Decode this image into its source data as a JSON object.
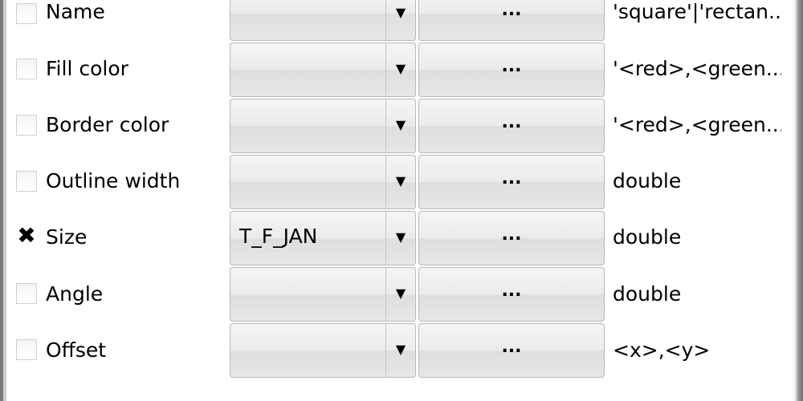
{
  "properties": [
    {
      "label": "Name",
      "checked": false,
      "field": "",
      "browse_label": "...",
      "type": "'square'|'rectan..."
    },
    {
      "label": "Fill color",
      "checked": false,
      "field": "",
      "browse_label": "...",
      "type": "'<red>,<green..."
    },
    {
      "label": "Border color",
      "checked": false,
      "field": "",
      "browse_label": "...",
      "type": "'<red>,<green..."
    },
    {
      "label": "Outline width",
      "checked": false,
      "field": "",
      "browse_label": "...",
      "type": "double"
    },
    {
      "label": "Size",
      "checked": true,
      "field": "T_F_JAN",
      "browse_label": "...",
      "type": "double"
    },
    {
      "label": "Angle",
      "checked": false,
      "field": "",
      "browse_label": "...",
      "type": "double"
    },
    {
      "label": "Offset",
      "checked": false,
      "field": "",
      "browse_label": "...",
      "type": "<x>,<y>"
    }
  ],
  "checkmark_glyph": "✖",
  "dropdown_glyph": "▼"
}
